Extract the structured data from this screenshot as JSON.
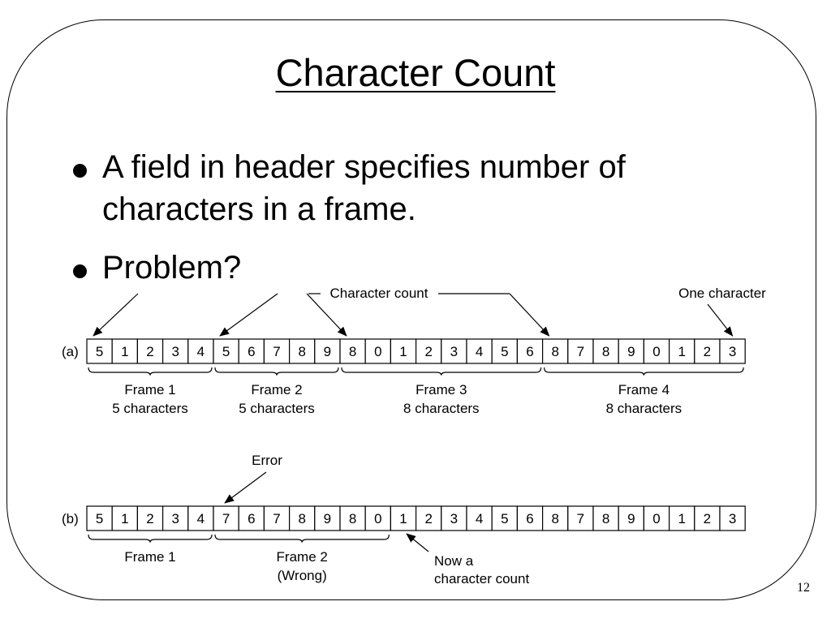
{
  "slide": {
    "title": "Character Count",
    "bullets": [
      "A field in header specifies number of characters in a frame.",
      "Problem?"
    ],
    "page_number": "12"
  },
  "diagram": {
    "row_a": {
      "label": "(a)",
      "cells": [
        "5",
        "1",
        "2",
        "3",
        "4",
        "5",
        "6",
        "7",
        "8",
        "9",
        "8",
        "0",
        "1",
        "2",
        "3",
        "4",
        "5",
        "6",
        "8",
        "7",
        "8",
        "9",
        "0",
        "1",
        "2",
        "3"
      ],
      "frames": [
        {
          "name": "Frame 1",
          "detail": "5 characters",
          "start": 0,
          "end": 4
        },
        {
          "name": "Frame 2",
          "detail": "5 characters",
          "start": 5,
          "end": 9
        },
        {
          "name": "Frame 3",
          "detail": "8 characters",
          "start": 10,
          "end": 17
        },
        {
          "name": "Frame 4",
          "detail": "8 characters",
          "start": 18,
          "end": 25
        }
      ],
      "count_label": "Character count",
      "count_cells": [
        0,
        5,
        10,
        18
      ],
      "one_char_label": "One character",
      "one_char_cell": 25
    },
    "row_b": {
      "label": "(b)",
      "cells": [
        "5",
        "1",
        "2",
        "3",
        "4",
        "7",
        "6",
        "7",
        "8",
        "9",
        "8",
        "0",
        "1",
        "2",
        "3",
        "4",
        "5",
        "6",
        "8",
        "7",
        "8",
        "9",
        "0",
        "1",
        "2",
        "3"
      ],
      "frames": [
        {
          "name": "Frame 1",
          "detail": "",
          "start": 0,
          "end": 4
        },
        {
          "name": "Frame 2",
          "detail": "(Wrong)",
          "start": 5,
          "end": 11
        }
      ],
      "error_label": "Error",
      "error_cell": 5,
      "now_count_label_1": "Now a",
      "now_count_label_2": "character count",
      "now_count_cell": 12
    }
  }
}
